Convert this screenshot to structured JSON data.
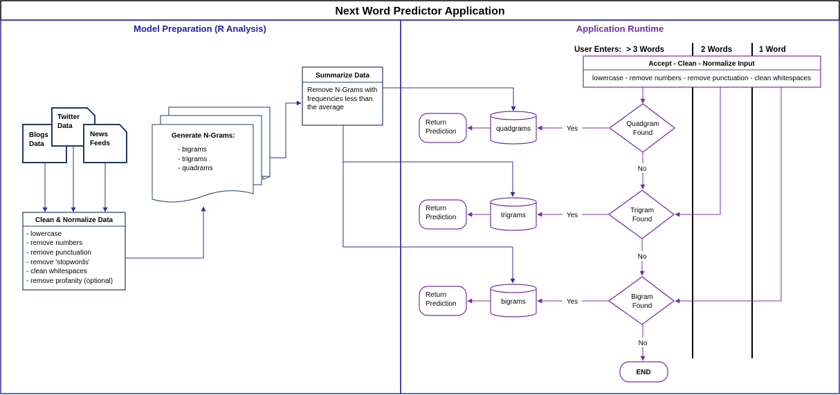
{
  "title": "Next Word Predictor Application",
  "sections": {
    "left": "Model Preparation (R Analysis)",
    "right": "Application Runtime"
  },
  "sources": {
    "blogs": [
      "Blogs",
      "Data"
    ],
    "twitter": [
      "Twitter",
      "Data"
    ],
    "news": [
      "News",
      "Feeds"
    ]
  },
  "clean": {
    "title": "Clean & Normalize Data",
    "items": [
      "- lowercase",
      "- remove numbers",
      "- remove punctuation",
      "- remove 'stopwords'",
      "- clean whitespaces",
      "- remove profanity (optional)"
    ]
  },
  "ngrams": {
    "title": "Generate N-Grams:",
    "items": [
      "- bigrams",
      "- trigrams",
      "- quadrams"
    ]
  },
  "summarize": {
    "title": "Summarize Data",
    "lines": [
      "Remove N-Grams with",
      "frequencies less than",
      "the average"
    ]
  },
  "user": {
    "label": "User Enters:",
    "options": [
      "> 3 Words",
      "2 Words",
      "1 Word"
    ]
  },
  "accept": {
    "title": "Accept - Clean - Normalize Input",
    "desc": "lowercase - remove numbers - remove punctuation - clean whitespaces"
  },
  "decisions": [
    {
      "lines": [
        "Quadgram",
        "Found"
      ]
    },
    {
      "lines": [
        "Trigram",
        "Found"
      ]
    },
    {
      "lines": [
        "Bigram",
        "Found"
      ]
    }
  ],
  "stores": [
    "quadgrams",
    "trigrams",
    "bigrams"
  ],
  "returns": [
    "Return",
    "Prediction"
  ],
  "edge_labels": {
    "yes": "Yes",
    "no": "No"
  },
  "end": "END"
}
